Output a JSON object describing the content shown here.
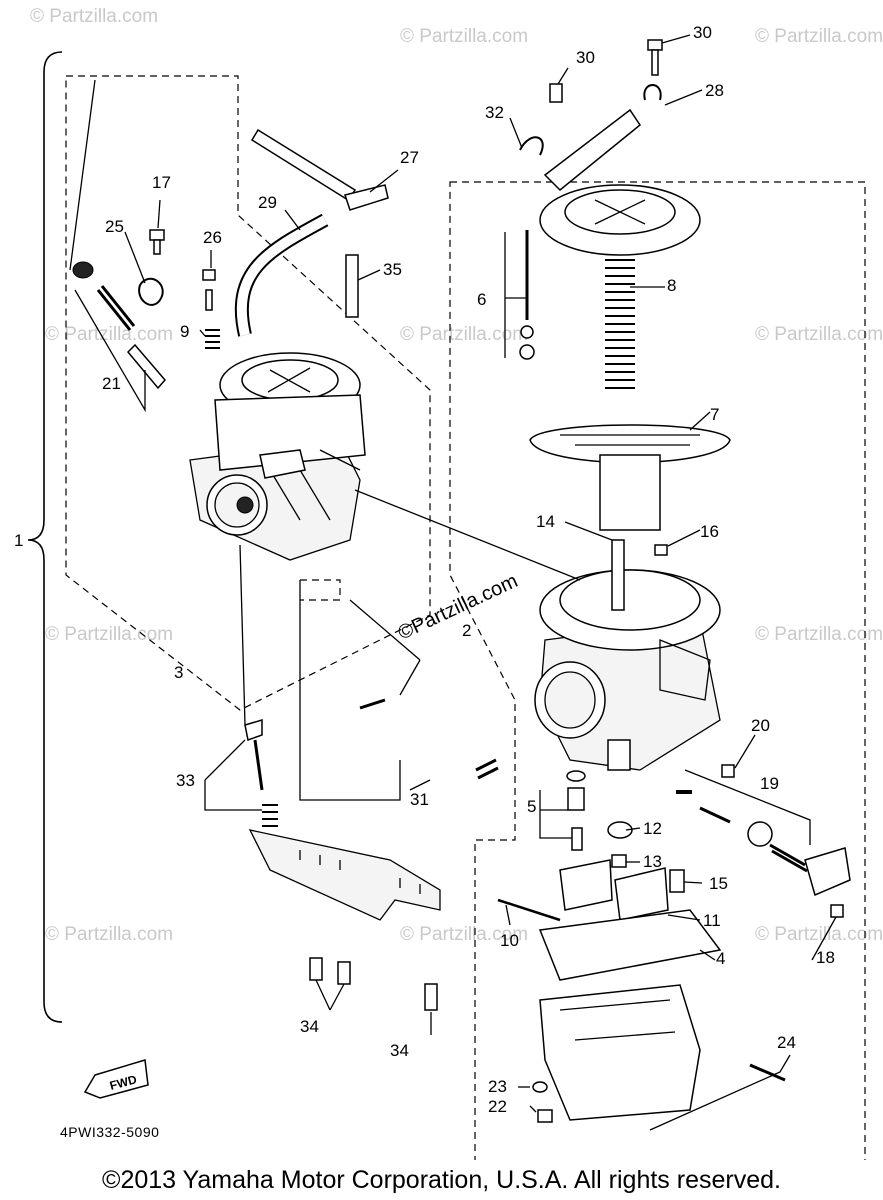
{
  "watermark": "© Partzilla.com",
  "center_watermark": "©Partzilla.com",
  "diagram_code": "4PWI332-5090",
  "fwd_label": "FWD",
  "copyright": "©2013  Yamaha Motor Corporation, U.S.A. All rights reserved.",
  "callouts": {
    "c1": "1",
    "c2": "2",
    "c3": "3",
    "c4": "4",
    "c5": "5",
    "c6": "6",
    "c7": "7",
    "c8": "8",
    "c9": "9",
    "c10": "10",
    "c11": "11",
    "c12": "12",
    "c13": "13",
    "c14": "14",
    "c15": "15",
    "c16": "16",
    "c17": "17",
    "c18": "18",
    "c19": "19",
    "c20": "20",
    "c21": "21",
    "c22": "22",
    "c23": "23",
    "c24": "24",
    "c25": "25",
    "c26": "26",
    "c27": "27",
    "c28": "28",
    "c29": "29",
    "c30a": "30",
    "c30b": "30",
    "c31": "31",
    "c32": "32",
    "c33": "33",
    "c34a": "34",
    "c34b": "34",
    "c35": "35"
  }
}
